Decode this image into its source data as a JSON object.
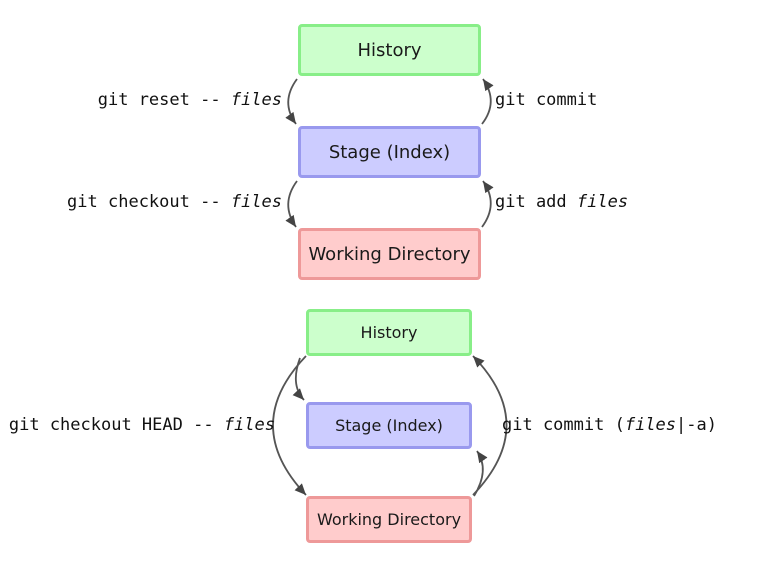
{
  "diagram1": {
    "history": "History",
    "stage": "Stage (Index)",
    "working": "Working Directory",
    "reset_cmd": "git reset -- ",
    "reset_arg": "files",
    "commit_cmd": "git commit",
    "checkout_cmd": "git checkout -- ",
    "checkout_arg": "files",
    "add_cmd": "git add ",
    "add_arg": "files"
  },
  "diagram2": {
    "history": "History",
    "stage": "Stage (Index)",
    "working": "Working Directory",
    "checkout_head_cmd": "git checkout HEAD -- ",
    "checkout_head_arg": "files",
    "commit_cmd_pre": "git commit (",
    "commit_arg": "files",
    "commit_cmd_post": "|-a)"
  },
  "colors": {
    "history_fill": "#ccffcc",
    "history_border": "#88ee88",
    "stage_fill": "#ccccff",
    "stage_border": "#9999ee",
    "working_fill": "#ffcccc",
    "working_border": "#ee9999",
    "arrow": "#555555"
  }
}
